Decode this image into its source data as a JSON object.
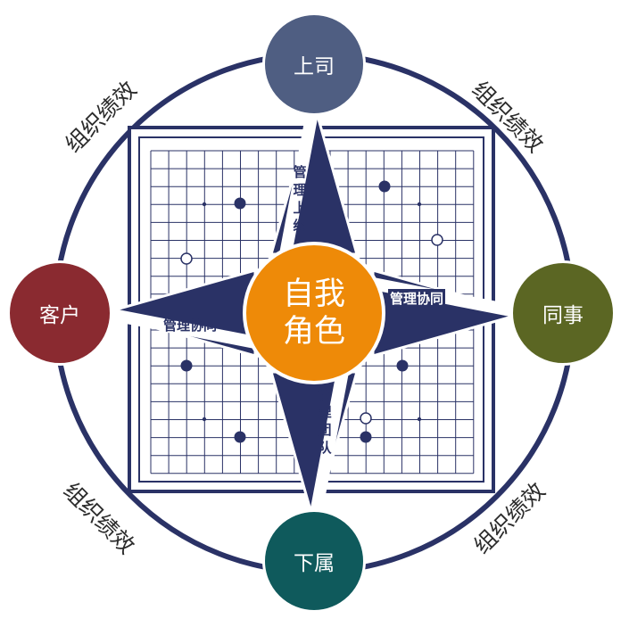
{
  "center": {
    "label_line1": "自我",
    "label_line2": "角色",
    "color": "#ee8a08"
  },
  "nodes": {
    "top": {
      "label": "上司",
      "color": "#4f5e82"
    },
    "right": {
      "label": "同事",
      "color": "#5b6623"
    },
    "bottom": {
      "label": "下属",
      "color": "#0f5a5c"
    },
    "left": {
      "label": "客户",
      "color": "#8a2a30"
    }
  },
  "performance_labels": [
    "组织绩效",
    "组织绩效",
    "组织绩效",
    "组织绩效"
  ],
  "axis_labels": {
    "up": "管理上级",
    "down": "管理团队",
    "right": "管理协同",
    "left": "管理协同"
  },
  "colors": {
    "navy": "#2a3266",
    "board_line": "#2a3266"
  }
}
